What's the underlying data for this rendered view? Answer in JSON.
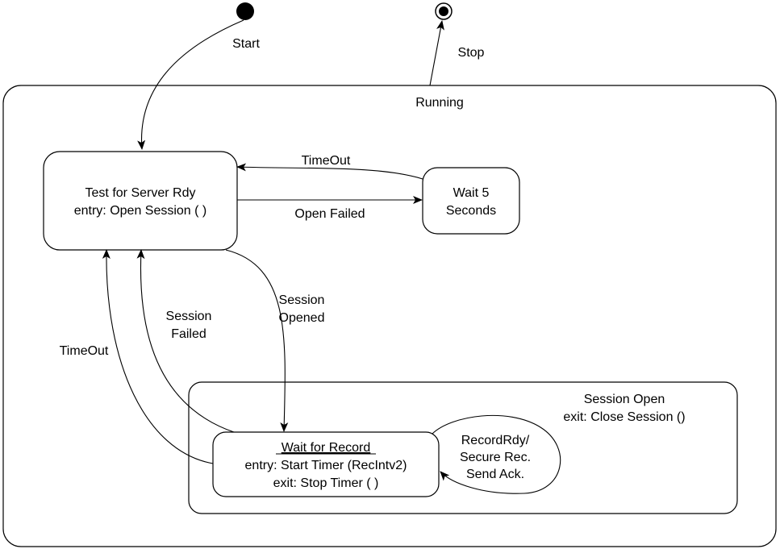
{
  "states": {
    "running": {
      "label": "Running"
    },
    "test_server": {
      "name": "Test for Server Rdy",
      "entry": "entry: Open Session ( )"
    },
    "wait5": {
      "line1": "Wait 5",
      "line2": "Seconds"
    },
    "session_open": {
      "line1": "Session Open",
      "line2": "exit: Close Session ()"
    },
    "wait_record": {
      "name": "Wait for Record",
      "entry": "entry: Start Timer (RecIntv2)",
      "exit": "exit: Stop Timer ( )"
    }
  },
  "transitions": {
    "start": "Start",
    "stop": "Stop",
    "timeout_wait5": "TimeOut",
    "open_failed": "Open Failed",
    "session_opened": {
      "line1": "Session",
      "line2": "Opened"
    },
    "session_failed": {
      "line1": "Session",
      "line2": "Failed"
    },
    "timeout_record": "TimeOut",
    "record_rdy": {
      "line1": "RecordRdy/",
      "line2": "Secure Rec.",
      "line3": "Send Ack."
    }
  }
}
